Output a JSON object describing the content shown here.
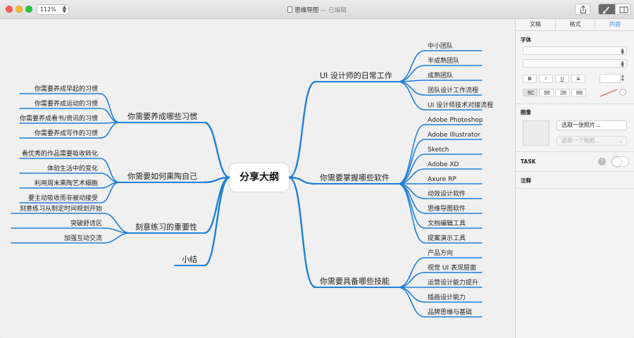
{
  "window": {
    "zoom": "112%",
    "title": "思维导图",
    "title_suffix": "— 已编辑"
  },
  "mindmap": {
    "root": "分享大纲",
    "right": [
      {
        "label": "UI 设计师的日常工作",
        "children": [
          "中小团队",
          "半成熟团队",
          "成熟团队",
          "团队设计工作流程",
          "UI 设计师技术对接流程"
        ]
      },
      {
        "label": "你需要掌握哪些软件",
        "children": [
          "Adobe Photoshop",
          "Adobe Illustrator",
          "Sketch",
          "Adobe XD",
          "Axure RP",
          "动效设计软件",
          "思维导图软件",
          "文档编辑工具",
          "提案演示工具"
        ]
      },
      {
        "label": "你需要具备哪些技能",
        "children": [
          "产品方向",
          "视觉 UI 表现层面",
          "运营设计能力提升",
          "插画设计能力",
          "品牌思维与基础"
        ]
      }
    ],
    "left": [
      {
        "label": "你需要养成哪些习惯",
        "children": [
          "你需要养成早起的习惯",
          "你需要养成运动的习惯",
          "你需要养成看书/资讯的习惯",
          "你需要养成写作的习惯"
        ]
      },
      {
        "label": "你需要如何熏陶自己",
        "children": [
          "看优秀的作品需要吸收转化",
          "体验生活中的变化",
          "利用周末熏陶艺术细胞",
          "要主动吸收而非被动接受"
        ]
      },
      {
        "label": "刻意练习的重要性",
        "children": [
          "刻意练习从制定时间规划开始",
          "突破舒适区",
          "加强互动交流"
        ]
      },
      {
        "label": "小结",
        "children": []
      }
    ],
    "line_color": "#1f7fd8"
  },
  "panel": {
    "tabs": [
      "文稿",
      "格式",
      "内容"
    ],
    "active_tab": "内容",
    "font_section": "字体",
    "format_buttons": [
      "B",
      "I",
      "U",
      "S"
    ],
    "image_section": "图像",
    "choose_photo": "选取一张照片...",
    "choose_sticker": "选取一个贴纸...",
    "task_label": "TASK",
    "task_on": false,
    "notes_label": "注释",
    "help_glyph": "?",
    "accent_color": "#3a8ee6"
  }
}
